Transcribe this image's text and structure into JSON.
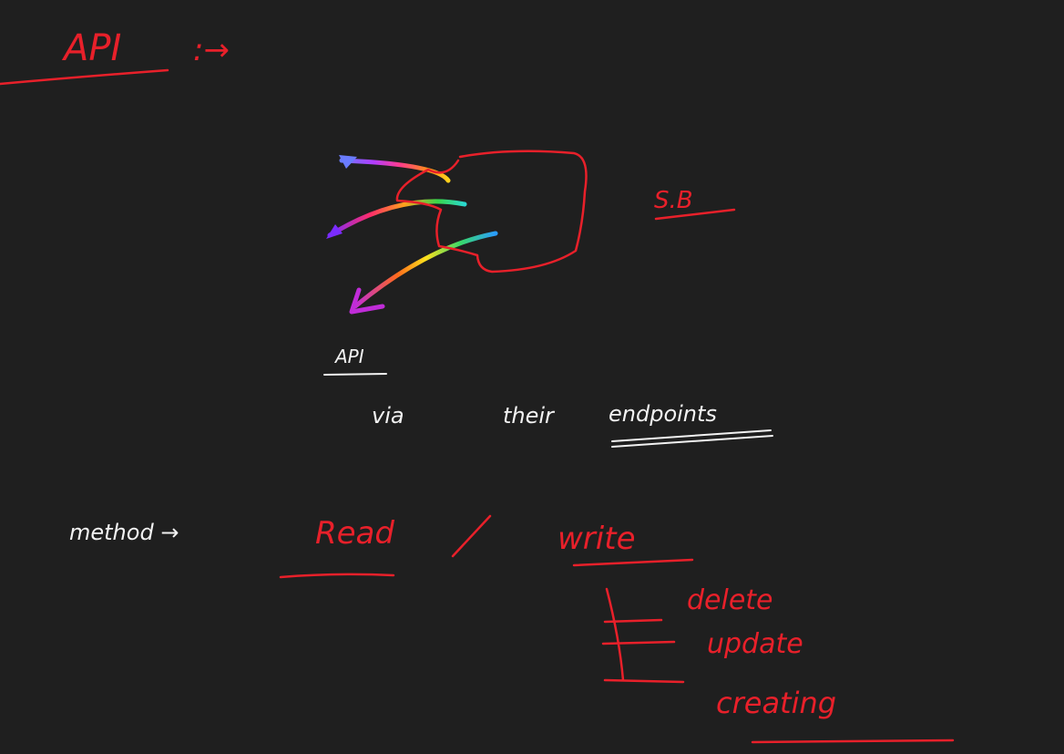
{
  "title": "API",
  "title_arrow": ":→",
  "diagram_label": "S.B",
  "api_label": "API",
  "via_text": "via",
  "their_text": "their",
  "endpoints_text": "endpoints",
  "method_label": "method →",
  "read_label": "Read",
  "slash": "/",
  "write_label": "write",
  "write_ops": [
    "delete",
    "update",
    "creating"
  ],
  "colors": {
    "background": "#1f1f1f",
    "ink_red": "#e8202a",
    "ink_white": "#f2f2f2"
  }
}
